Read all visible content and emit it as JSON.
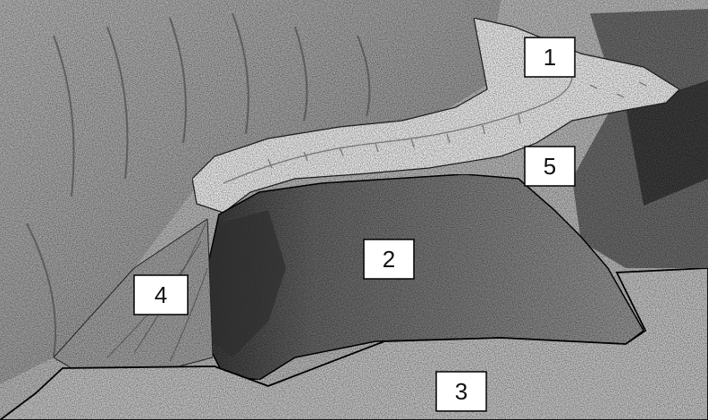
{
  "figure": {
    "labels": [
      {
        "id": "label-1",
        "text": "1"
      },
      {
        "id": "label-2",
        "text": "2"
      },
      {
        "id": "label-3",
        "text": "3"
      },
      {
        "id": "label-4",
        "text": "4"
      },
      {
        "id": "label-5",
        "text": "5"
      }
    ],
    "colors": {
      "mountain_light": "#cfcfcf",
      "mountain_mid": "#a8a8a8",
      "mountain_dark": "#5a5a5a",
      "glacier_ice": "#f2f2f2",
      "lake_water": "#c8c8c8",
      "outline": "#111111"
    }
  }
}
